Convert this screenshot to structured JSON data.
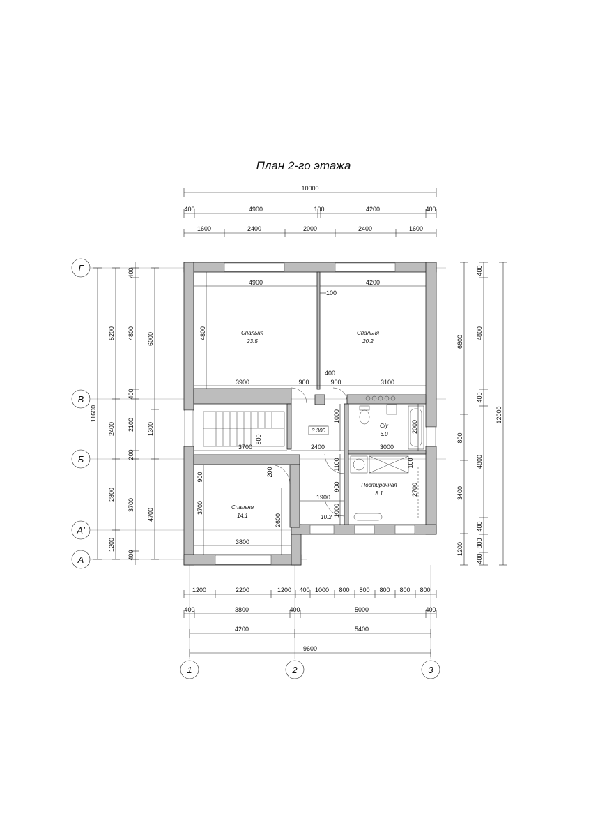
{
  "title": "План 2-го этажа",
  "top_dims": {
    "overall": "10000",
    "row2": [
      "400",
      "4900",
      "100",
      "4200",
      "400"
    ],
    "row3": [
      "1600",
      "2400",
      "2000",
      "2400",
      "1600"
    ]
  },
  "bottom_dims": {
    "row1": [
      "1200",
      "2200",
      "1200",
      "400",
      "1000",
      "800",
      "800",
      "800",
      "800",
      "800"
    ],
    "row2": [
      "400",
      "3800",
      "400",
      "5000",
      "400"
    ],
    "row3": [
      "4200",
      "5400"
    ],
    "overall": "9600"
  },
  "left_dims": {
    "overall": "11600",
    "col2": [
      "5200",
      "2400",
      "2800",
      "1200"
    ],
    "col3": [
      "400",
      "4800",
      "400",
      "2100",
      "200",
      "3700",
      "400"
    ],
    "col4": [
      "6000",
      "1300",
      "4700"
    ]
  },
  "right_dims": {
    "col1": [
      "6600",
      "800",
      "3400",
      "1200"
    ],
    "col2": [
      "400",
      "4800",
      "400",
      "4800",
      "400",
      "800",
      "400"
    ],
    "overall": "12000"
  },
  "inner_dims": {
    "bed1_width": "4900",
    "bed2_width": "4200",
    "partition": "100",
    "bed1_height": "4800",
    "bed_bottom": [
      "3900",
      "900",
      "900",
      "3100"
    ],
    "col_size": "400",
    "stair_width": "3700",
    "stair_800": "800",
    "hall_width": "2400",
    "wc_width": "3000",
    "wc_1000": "1000",
    "wc_2000": "2000",
    "laundry_1100": "1100",
    "laundry_100": "100",
    "laundry_900": "900",
    "laundry_2700": "2700",
    "laundry_1000": "1000",
    "hall_1900": "1900",
    "bed3_900": "900",
    "bed3_200": "200",
    "bed3_3700": "3700",
    "bed3_2600": "2600",
    "bed3_width": "3800"
  },
  "rooms": {
    "bedroom1": {
      "name": "Спальня",
      "area": "23.5"
    },
    "bedroom2": {
      "name": "Спальня",
      "area": "20.2"
    },
    "bedroom3": {
      "name": "Спальня",
      "area": "14.1"
    },
    "wc": {
      "name": "С/у",
      "area": "6.0"
    },
    "laundry": {
      "name": "Постирочная",
      "area": "8.1"
    },
    "hall_area": "10.2",
    "level": "3.300"
  },
  "axes_rows": [
    "Г",
    "В",
    "Б",
    "А'",
    "А"
  ],
  "axes_cols": [
    "1",
    "2",
    "3"
  ]
}
